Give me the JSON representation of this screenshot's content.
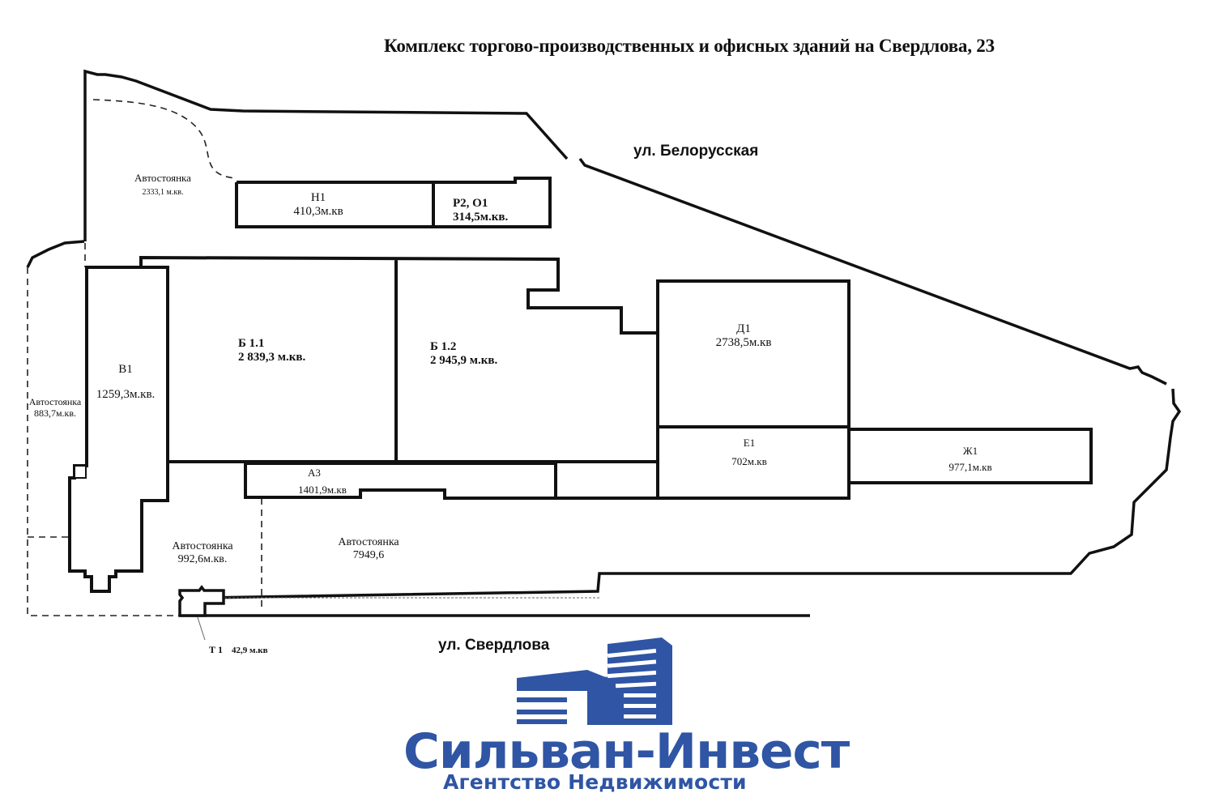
{
  "title": "Комплекс торгово-производственных и офисных зданий на Свердлова, 23",
  "streets": {
    "north": "ул. Белорусская",
    "south": "ул. Свердлова"
  },
  "units": [
    {
      "id": "H1",
      "label": "Н1",
      "area": "410,3м.кв"
    },
    {
      "id": "P2O1",
      "label": "Р2, О1",
      "area": "314,5м.кв."
    },
    {
      "id": "V1",
      "label": "В1",
      "area": "1259,3м.кв."
    },
    {
      "id": "B11",
      "label": "Б 1.1",
      "area": "2 839,3 м.кв."
    },
    {
      "id": "B12",
      "label": "Б 1.2",
      "area": "2 945,9 м.кв."
    },
    {
      "id": "D1",
      "label": "Д1",
      "area": "2738,5м.кв"
    },
    {
      "id": "E1",
      "label": "Е1",
      "area": "702м.кв"
    },
    {
      "id": "Zh1",
      "label": "Ж1",
      "area": "977,1м.кв"
    },
    {
      "id": "A3",
      "label": "А3",
      "area": "1401,9м.кв"
    },
    {
      "id": "T1",
      "label": "Т 1",
      "area": "42,9 м.кв"
    }
  ],
  "parking": [
    {
      "id": "north",
      "label": "Автостоянка",
      "area": "2333,1 м.кв."
    },
    {
      "id": "west",
      "label": "Автостоянка",
      "area": "883,7м.кв."
    },
    {
      "id": "southwest",
      "label": "Автостоянка",
      "area": "992,6м.кв."
    },
    {
      "id": "south",
      "label": "Автостоянка",
      "area": "7949,6"
    }
  ],
  "logo": {
    "name": "Сильван-Инвест",
    "tagline": "Агентство Недвижимости",
    "color": "#2f55a4"
  }
}
